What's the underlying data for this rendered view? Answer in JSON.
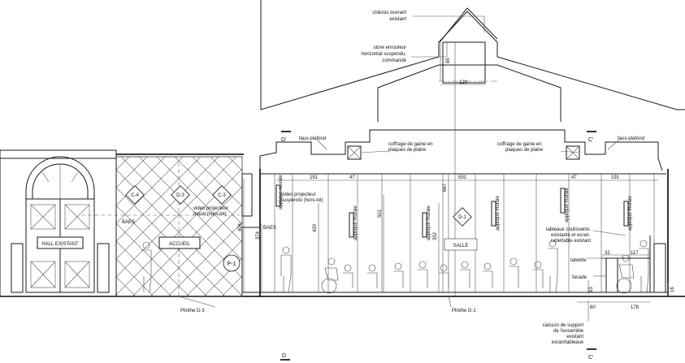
{
  "annotations": {
    "chassis": [
      "châssis ouvrant",
      "existant"
    ],
    "store": [
      "store enrouleur",
      "horizontal suspendu,",
      "commandé"
    ],
    "faux_plafond_left": "faux-plafond",
    "faux_plafond_right": "faux-plafond",
    "coffrage_left": [
      "coffrage de gaine en",
      "plaques de platre"
    ],
    "coffrage_right": [
      "coffrage de gaine en",
      "plaques de platre"
    ],
    "video_left": [
      "video projecteur",
      "mural (hors-lot)"
    ],
    "video_right": [
      "video projecteur",
      "suspendu (hors-lot)"
    ],
    "baes_left": "BAES",
    "baes_right": "BAES",
    "applique_1": "applique murale",
    "applique_2": "applique murale",
    "applique_3": "applique murale",
    "applique_4": "applique murale",
    "applique_5": "applique murale",
    "applique_6": "applique murale",
    "tableaux": [
      "tableaux coulissents",
      "existants et ecran",
      "rabettable existant"
    ],
    "tablette": "tablette",
    "facade": "facade",
    "caisson": [
      "caisson de support",
      "de l'ensemble",
      "existant",
      "exran/tableaux"
    ],
    "plinthe_d3": "Plinthe D-3",
    "plinthe_d1": "Plinthe D-1"
  },
  "rooms": {
    "hall": "HALL EXISTANT",
    "accueil": "ACCUEIL",
    "salle": "SALLE"
  },
  "tags": {
    "c4": "C-4",
    "d3": "D-3",
    "c3": "C-3",
    "p1": "P-1",
    "d1": "D-1"
  },
  "section_marks": {
    "d_prime_top": "D'",
    "c_prime_top": "C'",
    "d_bottom": "D",
    "c_prime_bottom": "C'"
  },
  "dimensions": {
    "d85": "85",
    "d120": "120",
    "d191_left": "191",
    "d47_left": "47",
    "d591": "591",
    "d47_right": "47",
    "d191_right": "191",
    "d667": "667",
    "d501": "501",
    "d420": "420",
    "d352": "352",
    "d374": "374",
    "d404": "404",
    "d32": "32",
    "d117": "117",
    "d93": "93",
    "d16": "16",
    "d60": "60",
    "d178": "178"
  }
}
